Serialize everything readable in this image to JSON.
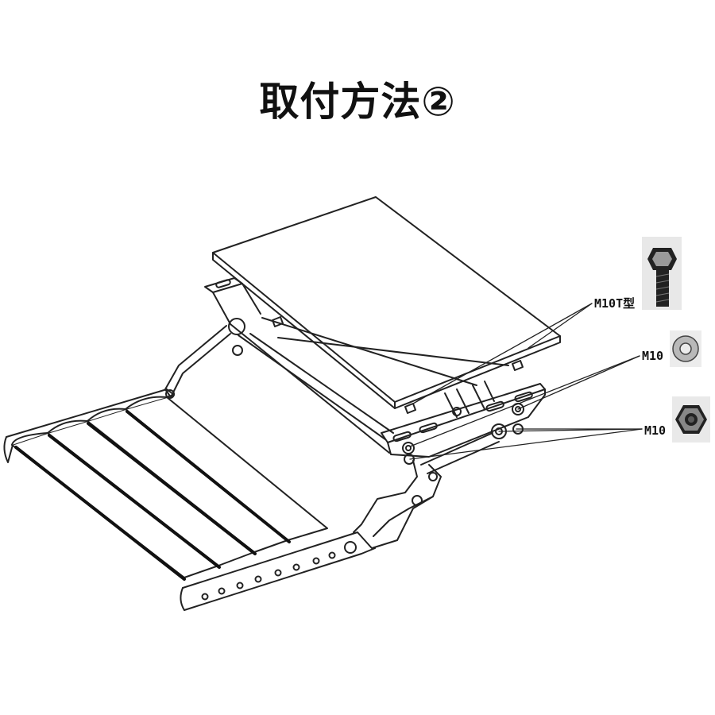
{
  "title": "取付方法②",
  "callouts": {
    "bolt": "M10T型",
    "washer": "M10",
    "nut": "M10"
  },
  "parts": [
    {
      "name": "hex-bolt",
      "icon": "hex-bolt-icon"
    },
    {
      "name": "flat-washer",
      "icon": "washer-icon"
    },
    {
      "name": "hex-nut",
      "icon": "hex-nut-icon"
    }
  ]
}
